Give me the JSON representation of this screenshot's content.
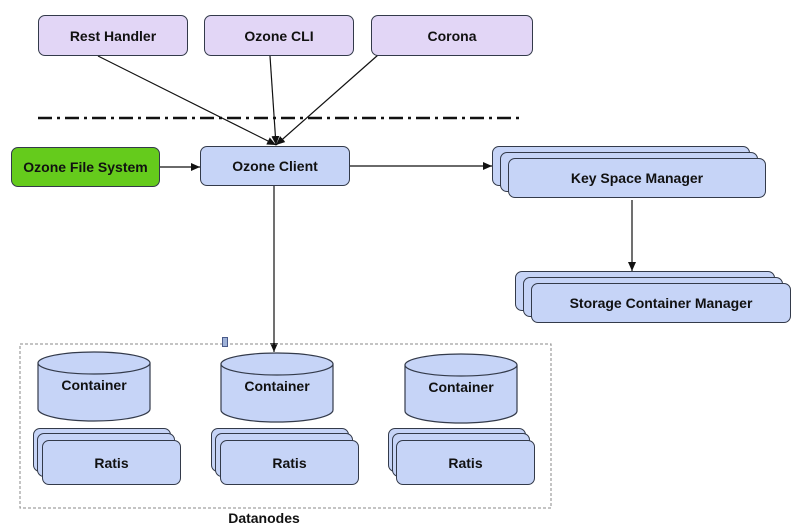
{
  "clients": {
    "rest_handler": "Rest Handler",
    "ozone_cli": "Ozone CLI",
    "corona": "Corona"
  },
  "ozone_file_system": "Ozone File System",
  "ozone_client": "Ozone Client",
  "key_space_manager": "Key Space Manager",
  "storage_container_manager": "Storage Container Manager",
  "datanodes": {
    "label": "Datanodes",
    "nodes": [
      {
        "container": "Container",
        "ratis": "Ratis"
      },
      {
        "container": "Container",
        "ratis": "Ratis"
      },
      {
        "container": "Container",
        "ratis": "Ratis"
      }
    ]
  },
  "colors": {
    "client_fill": "#e2d6f6",
    "component_fill": "#c6d4f7",
    "file_system_fill": "#65cb1c",
    "stroke": "#333a4a"
  }
}
